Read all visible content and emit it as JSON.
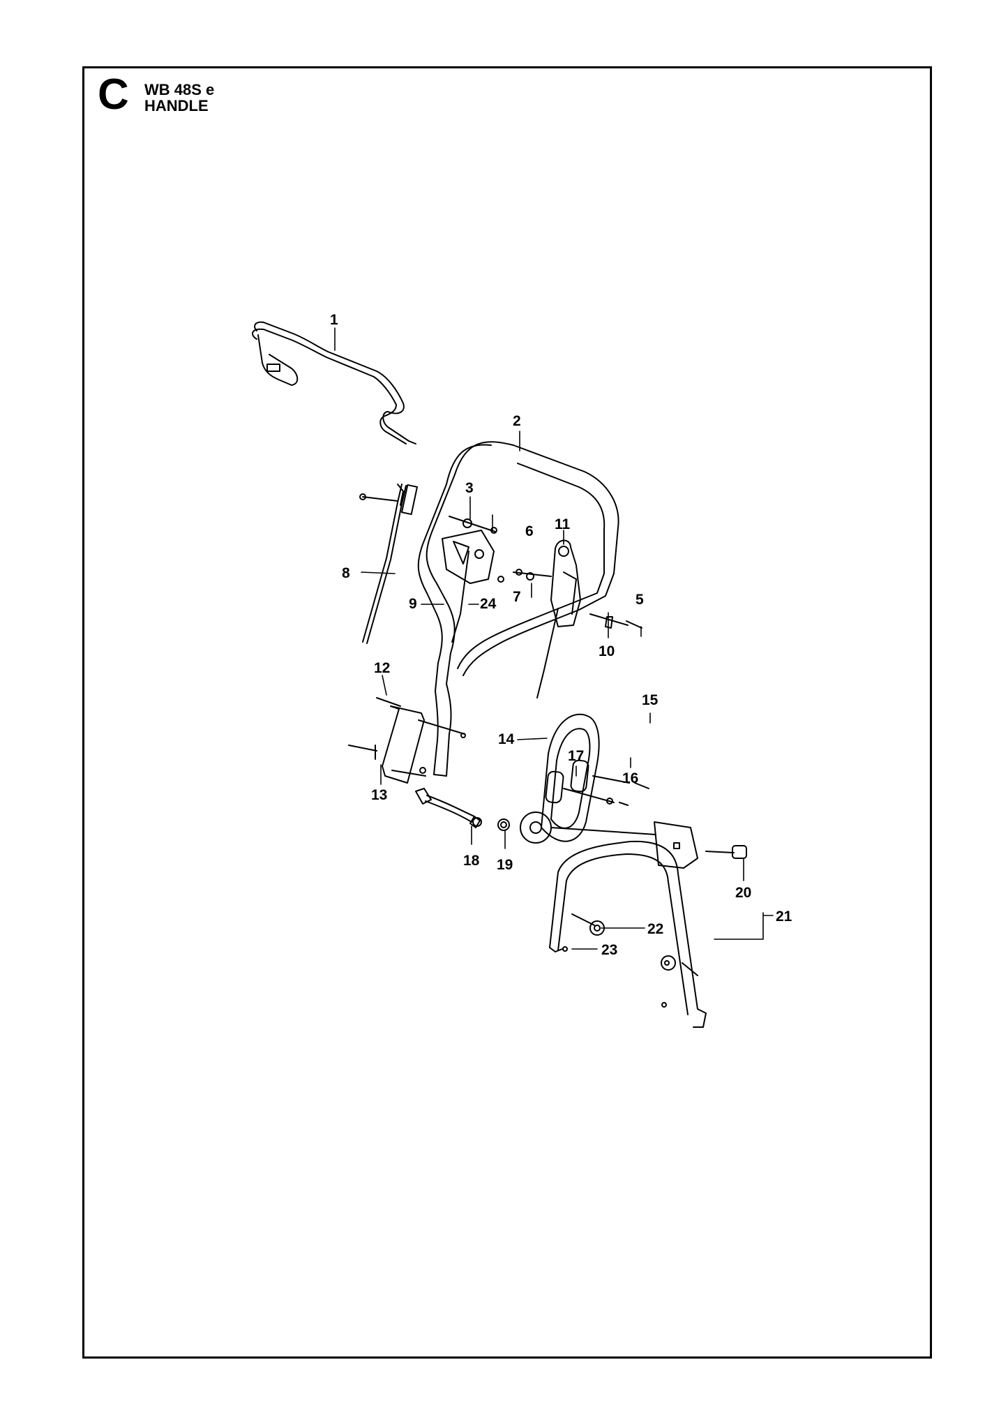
{
  "header": {
    "section_letter": "C",
    "model": "WB 48S e",
    "section_name": "HANDLE"
  },
  "callouts": [
    "1",
    "2",
    "3",
    "5",
    "6",
    "7",
    "8",
    "9",
    "24",
    "11",
    "12",
    "10",
    "13",
    "14",
    "15",
    "16",
    "17",
    "18",
    "19",
    "20",
    "21",
    "22",
    "23"
  ]
}
